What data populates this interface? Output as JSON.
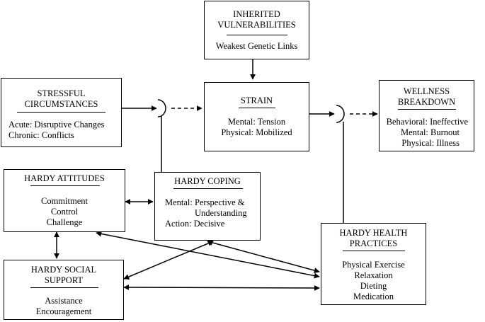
{
  "boxes": {
    "inherited": {
      "title": "INHERITED\nVULNERABILITIES",
      "lines": [
        "Weakest Genetic Links"
      ]
    },
    "stressful": {
      "title": "STRESSFUL\nCIRCUMSTANCES",
      "lines": [
        "Acute: Disruptive Changes",
        "Chronic: Conflicts"
      ]
    },
    "strain": {
      "title": "STRAIN",
      "lines": [
        "Mental: Tension",
        "Physical: Mobilized"
      ]
    },
    "wellness": {
      "title": "WELLNESS\nBREAKDOWN",
      "lines": [
        "Behavioral: Ineffective",
        "Mental: Burnout",
        "Physical: Illness"
      ]
    },
    "attitudes": {
      "title": "HARDY ATTITUDES",
      "lines": [
        "Commitment",
        "Control",
        "Challenge"
      ]
    },
    "coping": {
      "title": "HARDY COPING",
      "lines": [
        "Mental: Perspective &",
        "Understanding",
        "Action: Decisive"
      ]
    },
    "health": {
      "title": "HARDY HEALTH\nPRACTICES",
      "lines": [
        "Physical Exercise",
        "Relaxation",
        "Dieting",
        "Medication"
      ]
    },
    "social": {
      "title": "HARDY SOCIAL\nSUPPORT",
      "lines": [
        "Assistance",
        "Encouragement"
      ]
    }
  }
}
